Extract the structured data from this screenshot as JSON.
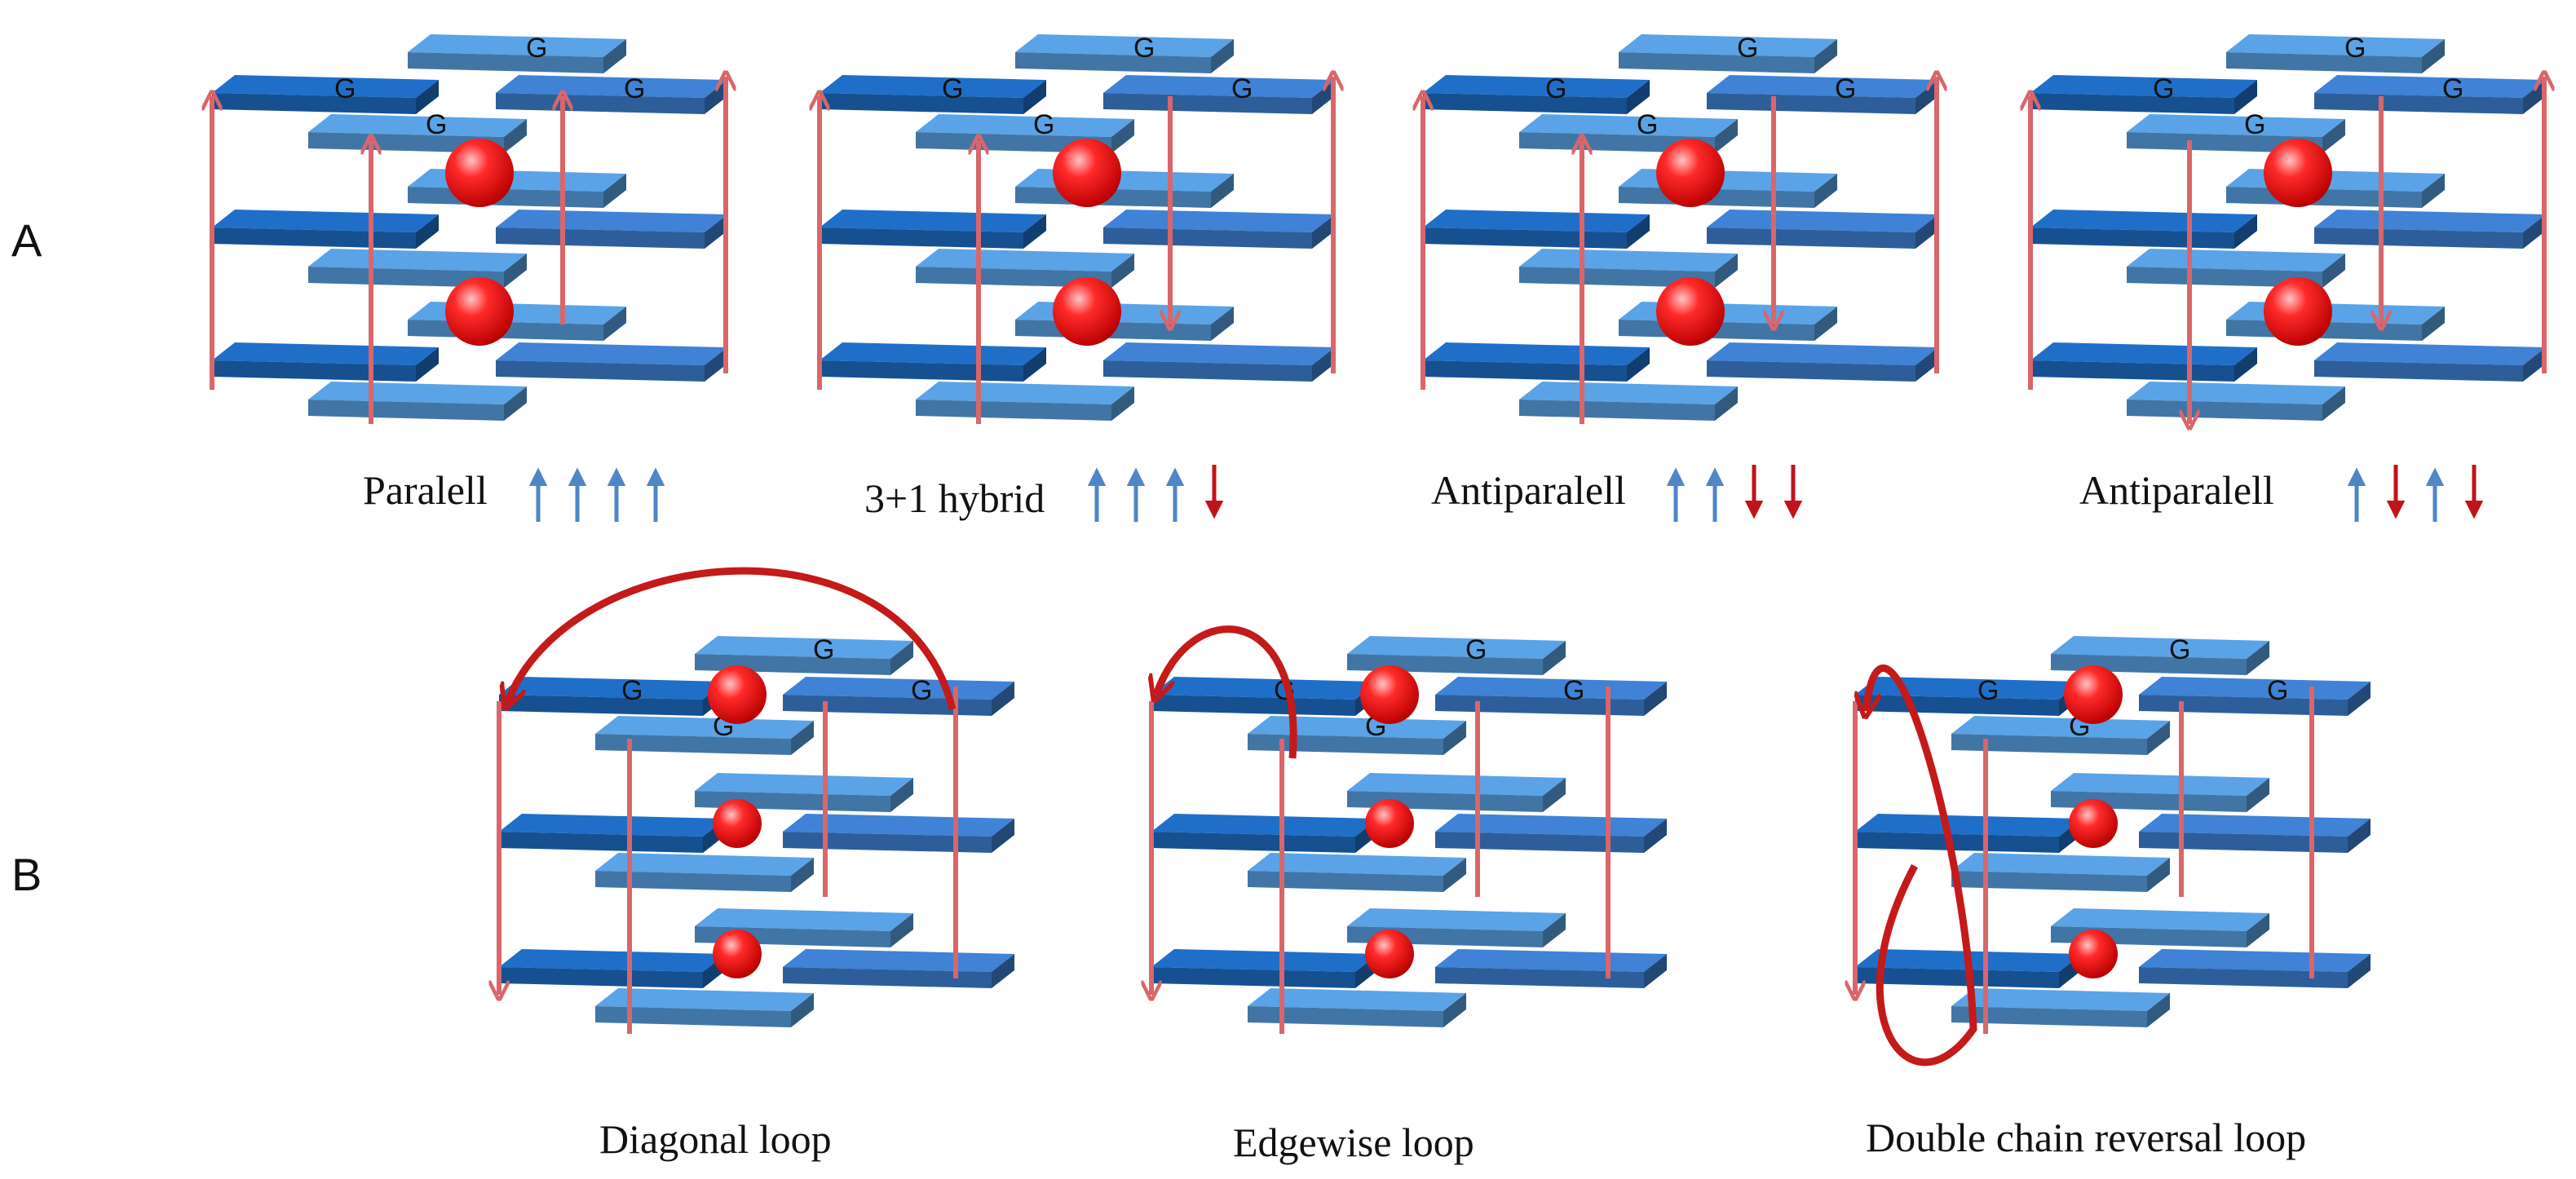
{
  "panels": {
    "a": {
      "label": "A"
    },
    "b": {
      "label": "B"
    }
  },
  "base_label": "G",
  "colors": {
    "plate_dark": "#1f6fc9",
    "plate_light": "#5aa3e6",
    "plate_mid": "#3f82d6",
    "strand": "#d9666a",
    "loop": "#c41a1a",
    "ion": "#ee1d1d",
    "arrow_up": "#4f86c6",
    "arrow_down": "#c0141a"
  },
  "topologies": [
    {
      "name": "Paralell",
      "strand_directions": [
        "up",
        "up",
        "up",
        "up"
      ]
    },
    {
      "name": "3+1 hybrid",
      "strand_directions": [
        "up",
        "up",
        "up",
        "down"
      ]
    },
    {
      "name": "Antiparalell",
      "strand_directions": [
        "up",
        "up",
        "down",
        "down"
      ]
    },
    {
      "name": "Antiparalell",
      "strand_directions": [
        "up",
        "down",
        "up",
        "down"
      ]
    }
  ],
  "loops": [
    {
      "name": "Diagonal loop"
    },
    {
      "name": "Edgewise  loop"
    },
    {
      "name": "Double chain reversal loop"
    }
  ]
}
